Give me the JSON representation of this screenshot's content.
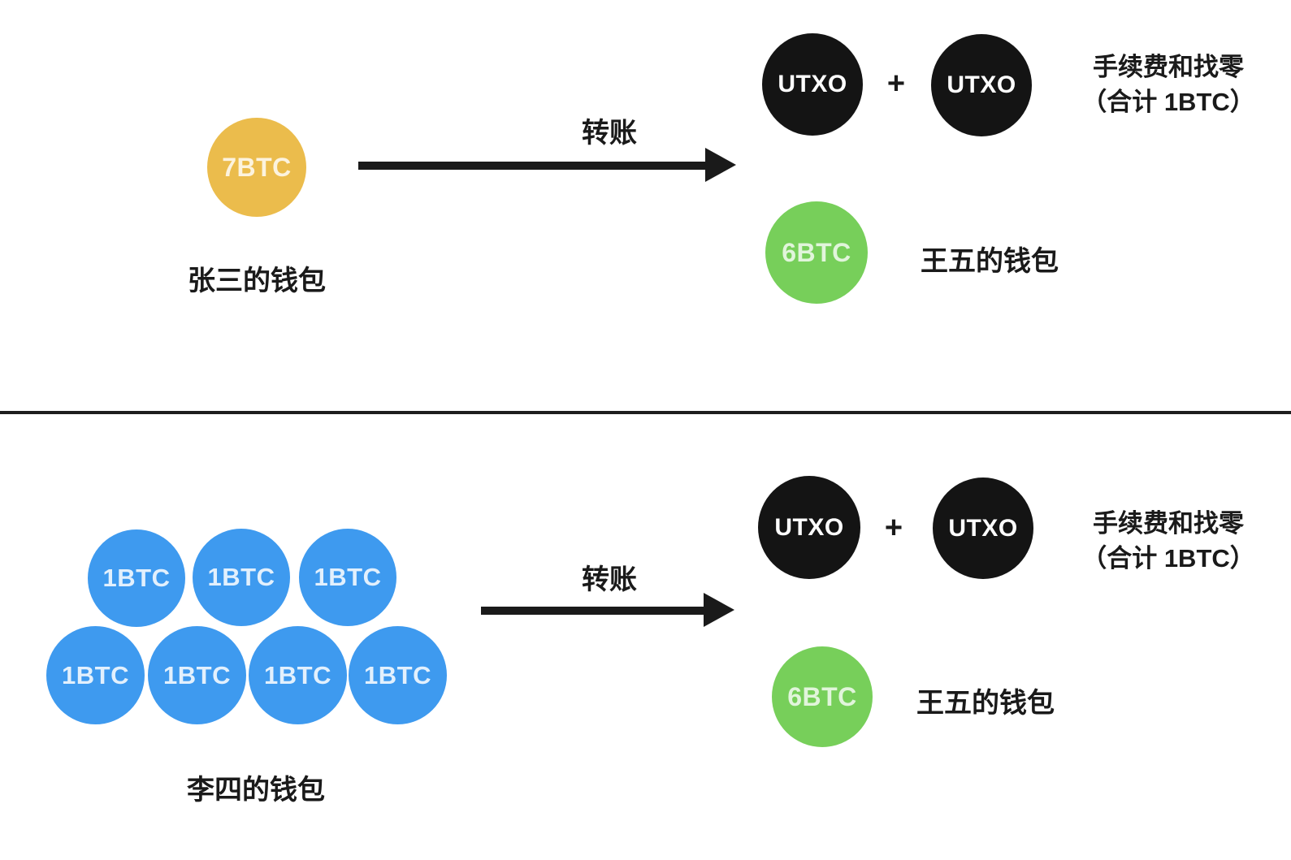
{
  "colors": {
    "yellow": "#EBBC4C",
    "green": "#77CF5A",
    "blue": "#3E9AEF",
    "black": "#141414",
    "ink": "#1A1A1A"
  },
  "panel_top": {
    "input_coin": "7BTC",
    "input_wallet_label": "张三的钱包",
    "transfer_label": "转账",
    "utxo_left": "UTXO",
    "plus": "+",
    "utxo_right": "UTXO",
    "fee_line1": "手续费和找零",
    "fee_line2": "（合计 1BTC）",
    "output_coin": "6BTC",
    "output_wallet_label": "王五的钱包"
  },
  "panel_bottom": {
    "input_coins": [
      "1BTC",
      "1BTC",
      "1BTC",
      "1BTC",
      "1BTC",
      "1BTC",
      "1BTC"
    ],
    "input_wallet_label": "李四的钱包",
    "transfer_label": "转账",
    "utxo_left": "UTXO",
    "plus": "+",
    "utxo_right": "UTXO",
    "fee_line1": "手续费和找零",
    "fee_line2": "（合计 1BTC）",
    "output_coin": "6BTC",
    "output_wallet_label": "王五的钱包"
  }
}
